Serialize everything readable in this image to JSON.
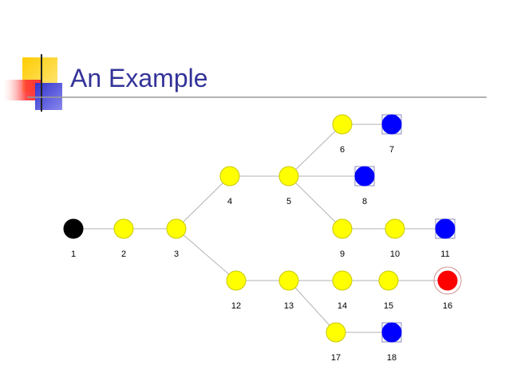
{
  "slide": {
    "title": "An Example",
    "colors": {
      "title": "#333399",
      "logo_yellow": "#ffcc00",
      "logo_red": "#ff3333",
      "logo_blue": "#3333cc",
      "rule": "#999999"
    }
  },
  "diagram": {
    "edge_color": "#b3b3b3",
    "nodes": [
      {
        "id": "1",
        "label": "1",
        "color": "#000000",
        "square": false,
        "ring": false
      },
      {
        "id": "2",
        "label": "2",
        "color": "#ffff00",
        "square": false,
        "ring": false
      },
      {
        "id": "3",
        "label": "3",
        "color": "#ffff00",
        "square": false,
        "ring": false
      },
      {
        "id": "4",
        "label": "4",
        "color": "#ffff00",
        "square": false,
        "ring": false
      },
      {
        "id": "5",
        "label": "5",
        "color": "#ffff00",
        "square": false,
        "ring": false
      },
      {
        "id": "6",
        "label": "6",
        "color": "#ffff00",
        "square": false,
        "ring": false
      },
      {
        "id": "7",
        "label": "7",
        "color": "#0000ff",
        "square": true,
        "ring": false
      },
      {
        "id": "8",
        "label": "8",
        "color": "#0000ff",
        "square": true,
        "ring": false
      },
      {
        "id": "9",
        "label": "9",
        "color": "#ffff00",
        "square": false,
        "ring": false
      },
      {
        "id": "10",
        "label": "10",
        "color": "#ffff00",
        "square": false,
        "ring": false
      },
      {
        "id": "11",
        "label": "11",
        "color": "#0000ff",
        "square": true,
        "ring": false
      },
      {
        "id": "12",
        "label": "12",
        "color": "#ffff00",
        "square": false,
        "ring": false
      },
      {
        "id": "13",
        "label": "13",
        "color": "#ffff00",
        "square": false,
        "ring": false
      },
      {
        "id": "14",
        "label": "14",
        "color": "#ffff00",
        "square": false,
        "ring": false
      },
      {
        "id": "15",
        "label": "15",
        "color": "#ffff00",
        "square": false,
        "ring": false
      },
      {
        "id": "16",
        "label": "16",
        "color": "#ff0000",
        "square": false,
        "ring": true
      },
      {
        "id": "17",
        "label": "17",
        "color": "#ffff00",
        "square": false,
        "ring": false
      },
      {
        "id": "18",
        "label": "18",
        "color": "#0000ff",
        "square": true,
        "ring": false
      }
    ],
    "edges": [
      [
        "1",
        "2"
      ],
      [
        "2",
        "3"
      ],
      [
        "3",
        "4"
      ],
      [
        "3",
        "12"
      ],
      [
        "4",
        "5"
      ],
      [
        "5",
        "6"
      ],
      [
        "5",
        "8"
      ],
      [
        "5",
        "9"
      ],
      [
        "6",
        "7"
      ],
      [
        "9",
        "10"
      ],
      [
        "10",
        "11"
      ],
      [
        "12",
        "13"
      ],
      [
        "13",
        "14"
      ],
      [
        "13",
        "17"
      ],
      [
        "14",
        "15"
      ],
      [
        "15",
        "16"
      ],
      [
        "17",
        "18"
      ]
    ]
  }
}
